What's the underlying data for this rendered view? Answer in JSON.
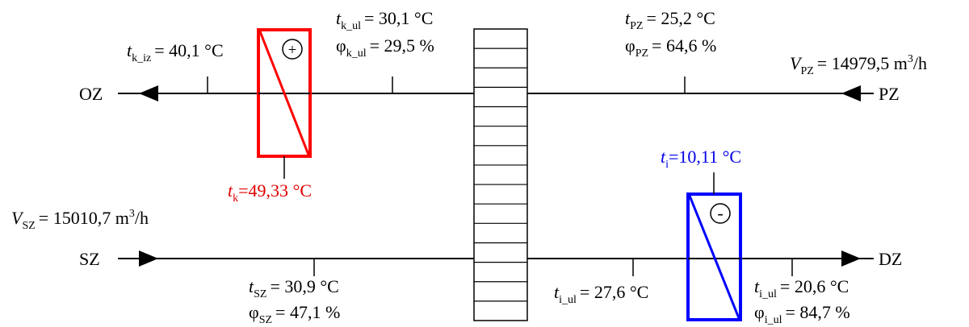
{
  "streams": {
    "oz": "OZ",
    "pz": "PZ",
    "sz": "SZ",
    "dz": "DZ"
  },
  "labels": {
    "t_k_iz": {
      "sym": "t",
      "sub": "k_iz",
      "val": "= 40,1 °C"
    },
    "t_k_ul": {
      "sym": "t",
      "sub": "k_ul",
      "val": "= 30,1 °C"
    },
    "phi_k_ul": {
      "sym": "φ",
      "sub": "k_ul",
      "val": "= 29,5 %"
    },
    "t_pz": {
      "sym": "t",
      "sub": "PZ",
      "val": "= 25,2 °C"
    },
    "phi_pz": {
      "sym": "φ",
      "sub": "PZ",
      "val": "= 64,6 %"
    },
    "v_pz": {
      "sym": "V",
      "sub": "PZ",
      "val": "= 14979,5 m",
      "sup": "3",
      "unit": "/h"
    },
    "t_k": {
      "sym": "t",
      "sub": "k",
      "val": "=49,33 °C"
    },
    "t_i": {
      "sym": "t",
      "sub": "i",
      "val": "=10,11 °C"
    },
    "v_sz": {
      "sym": "V",
      "sub": "SZ",
      "val": "= 15010,7 m",
      "sup": "3",
      "unit": "/h"
    },
    "t_sz": {
      "sym": "t",
      "sub": "SZ",
      "val": "= 30,9 °C"
    },
    "phi_sz": {
      "sym": "φ",
      "sub": "SZ",
      "val": "= 47,1 %"
    },
    "t_i_ul": {
      "sym": "t",
      "sub": "i_ul",
      "val": "= 27,6 °C"
    },
    "t_i_ul2": {
      "sym": "t",
      "sub": "i_ul",
      "val": "= 20,6 °C"
    },
    "phi_i_ul": {
      "sym": "φ",
      "sub": "i_ul",
      "val": "= 84,7 %"
    }
  },
  "symbols": {
    "heater_sign": "+",
    "cooler_sign": "-"
  },
  "colors": {
    "heater": "#ff0000",
    "cooler": "#0000ff",
    "line": "#000000"
  }
}
